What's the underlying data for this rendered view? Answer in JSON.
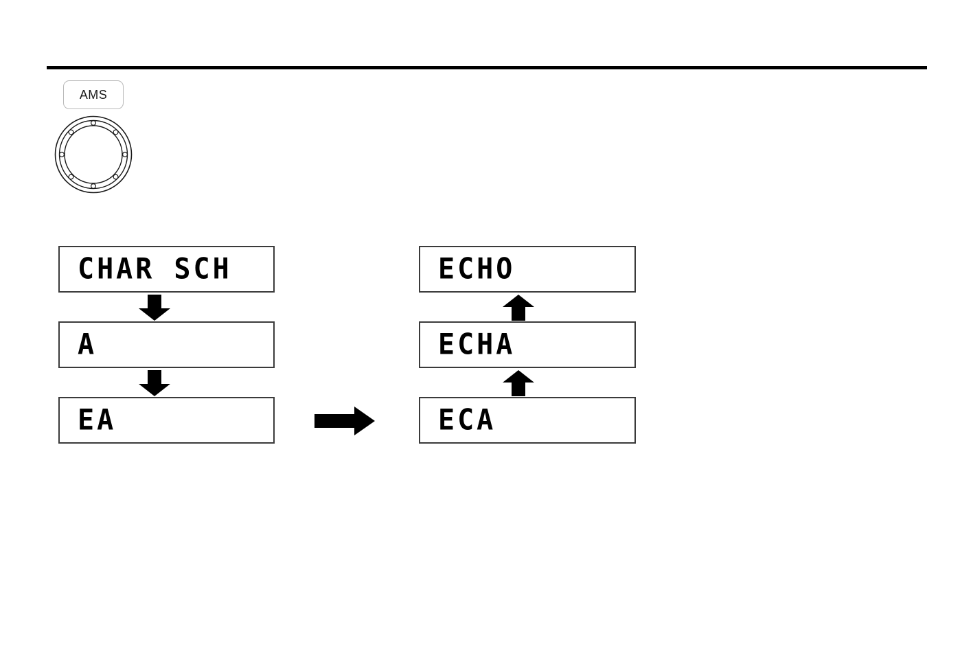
{
  "page": {
    "background_color": "#ffffff",
    "rule_color": "#000000"
  },
  "controls": {
    "ams_button": {
      "label": "AMS",
      "name": "ams-button",
      "border_color": "#b9b9b9"
    },
    "dial": {
      "name": "tuning-dial-knob",
      "dimple_count": 8
    }
  },
  "flow": {
    "left_column": [
      {
        "id": "lcd-char-sch",
        "text": "CHAR SCH"
      },
      {
        "id": "lcd-a",
        "text": "A"
      },
      {
        "id": "lcd-ea",
        "text": "EA"
      }
    ],
    "right_column": [
      {
        "id": "lcd-echo",
        "text": "ECHO"
      },
      {
        "id": "lcd-echa",
        "text": "ECHA"
      },
      {
        "id": "lcd-eca",
        "text": "ECA"
      }
    ],
    "arrows": [
      {
        "id": "arrow-down-1",
        "direction": "down",
        "icon": "arrow-down-icon"
      },
      {
        "id": "arrow-down-2",
        "direction": "down",
        "icon": "arrow-down-icon"
      },
      {
        "id": "arrow-up-1",
        "direction": "up",
        "icon": "arrow-up-icon"
      },
      {
        "id": "arrow-up-2",
        "direction": "up",
        "icon": "arrow-up-icon"
      },
      {
        "id": "arrow-right-main",
        "direction": "right",
        "icon": "arrow-right-icon"
      }
    ],
    "arrow_color": "#000000",
    "lcd_border_color": "#3a3a3a",
    "lcd_text_color": "#000000"
  }
}
